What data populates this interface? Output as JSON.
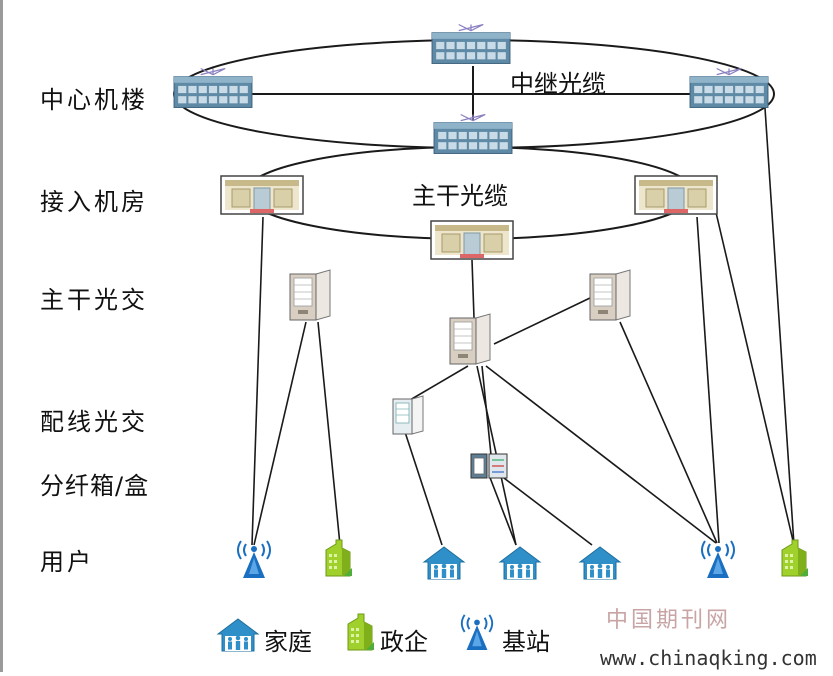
{
  "row_labels": {
    "center": "中心机楼",
    "access": "接入机房",
    "trunk_cross": "主干光交",
    "distribution_cross": "配线光交",
    "split_box": "分纤箱/盒",
    "user": "用户"
  },
  "cables": {
    "relay": "中继光缆",
    "trunk": "主干光缆"
  },
  "legend": {
    "home": "家庭",
    "enterprise": "政企",
    "base_station": "基站"
  },
  "watermark": {
    "site_name": "中国期刊网",
    "url": "www.chinaqking.com"
  },
  "colors": {
    "server": "#5f8aa6",
    "server_dark": "#3f6480",
    "room": "#e8e1c6",
    "home_icon": "#2f8fc8",
    "enterprise_icon": "#9fd02c",
    "tower_icon": "#1a6fc0"
  }
}
